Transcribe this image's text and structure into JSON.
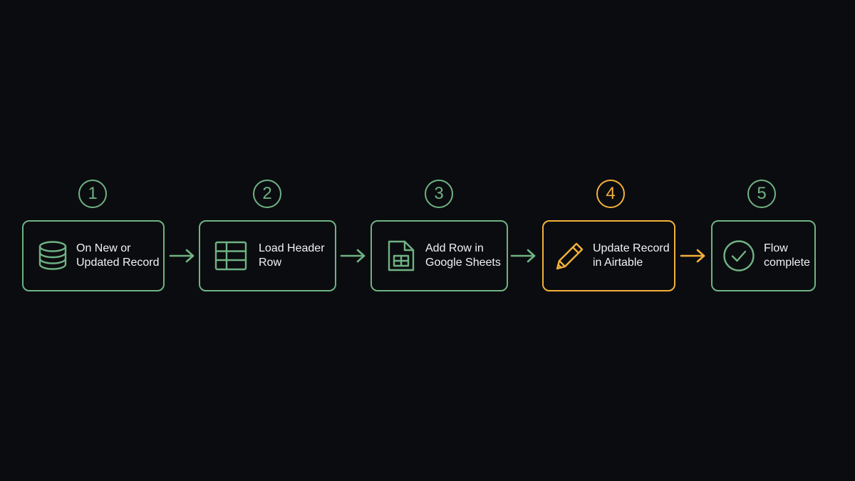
{
  "colors": {
    "background": "#0b0c10",
    "step_green": "#6fb383",
    "step_active": "#f3b13a",
    "text": "#f1f2f4"
  },
  "steps": [
    {
      "number": "1",
      "label": "On New or\nUpdated Record",
      "icon": "database-icon",
      "state": "done"
    },
    {
      "number": "2",
      "label": "Load Header\nRow",
      "icon": "table-grid-icon",
      "state": "done"
    },
    {
      "number": "3",
      "label": "Add Row in\nGoogle Sheets",
      "icon": "spreadsheet-file-icon",
      "state": "done"
    },
    {
      "number": "4",
      "label": "Update Record\nin Airtable",
      "icon": "pencil-icon",
      "state": "active"
    },
    {
      "number": "5",
      "label": "Flow\ncomplete",
      "icon": "check-circle-icon",
      "state": "done"
    }
  ]
}
